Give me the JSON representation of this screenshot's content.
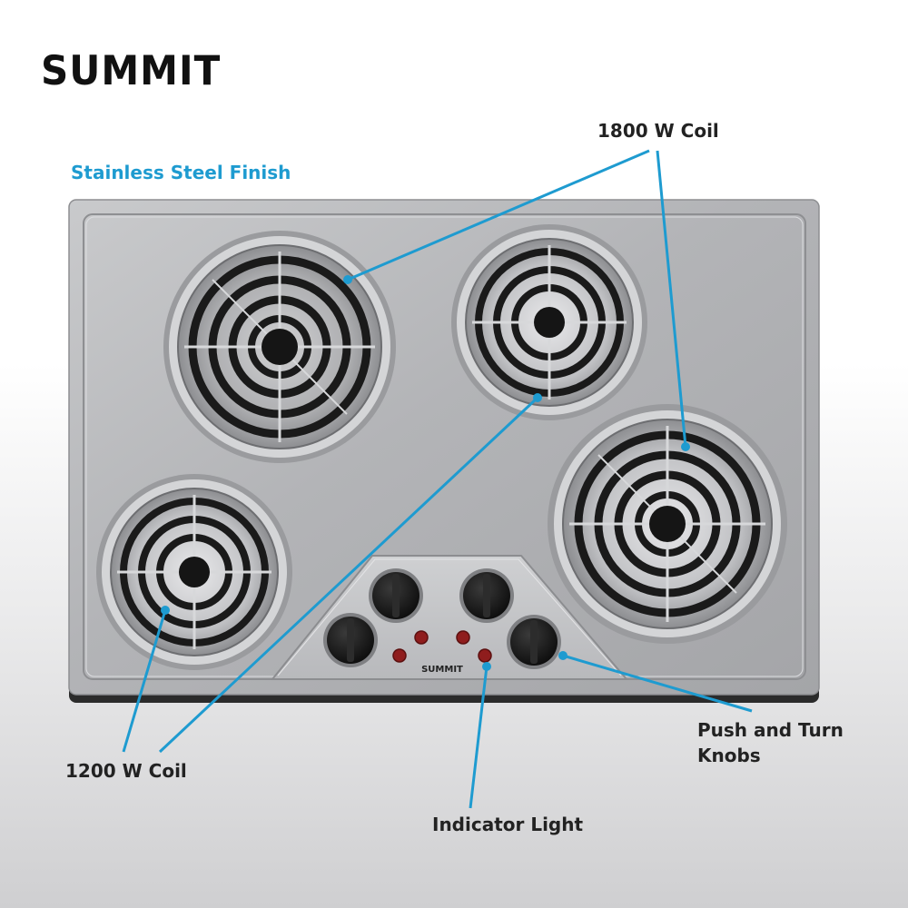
{
  "brand": {
    "logo_text": "SUMMIT",
    "panel_logo_text": "SUMMIT"
  },
  "callouts": {
    "finish": "Stainless Steel Finish",
    "large_coil": "1800 W Coil",
    "small_coil": "1200 W Coil",
    "indicator": "Indicator Light",
    "knobs": "Push and Turn Knobs"
  },
  "colors": {
    "callout_line": "#1e9bd0",
    "finish_label": "#1e9bd0",
    "indicator_light": "#8f1d1d",
    "steel": "#b9babd"
  },
  "product": {
    "burner_count": 4,
    "knob_count": 4,
    "indicator_light_count": 4
  }
}
